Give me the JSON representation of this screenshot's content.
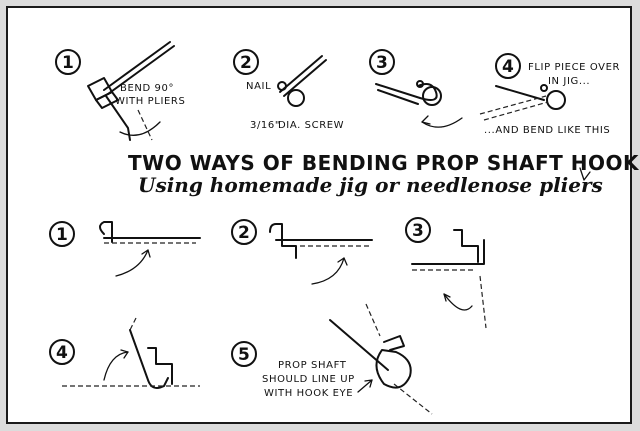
{
  "title": {
    "line1": "TWO WAYS OF BENDING PROP SHAFT HOOKS",
    "line2": "Using homemade jig or needlenose pliers"
  },
  "top_steps": {
    "step1": {
      "number": "1",
      "label_a": "BEND 90°",
      "label_b": "WITH PLIERS"
    },
    "step2": {
      "number": "2",
      "nail_label": "NAIL",
      "screw_label_frac": "3/16\"",
      "screw_label": "DIA. SCREW"
    },
    "step3": {
      "number": "3"
    },
    "step4": {
      "number": "4",
      "label_a": "FLIP PIECE OVER",
      "label_b": "IN JIG...",
      "label_c": "...AND BEND LIKE THIS"
    }
  },
  "bottom_steps": {
    "step1": {
      "number": "1"
    },
    "step2": {
      "number": "2"
    },
    "step3": {
      "number": "3"
    },
    "step4": {
      "number": "4"
    },
    "step5": {
      "number": "5",
      "label_a": "PROP SHAFT",
      "label_b": "SHOULD LINE UP",
      "label_c": "WITH HOOK EYE"
    }
  }
}
